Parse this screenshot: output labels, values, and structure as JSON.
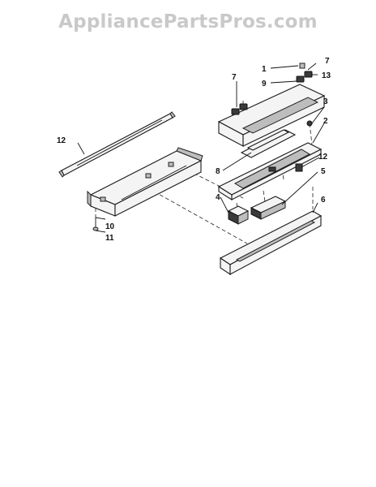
{
  "watermark": "AppliancePartsPros.com",
  "callouts": {
    "c1": "1",
    "c7a": "7",
    "c7b": "7",
    "c9": "9",
    "c13": "13",
    "c3": "3",
    "c2": "2",
    "c12a": "12",
    "c12b": "12",
    "c5": "5",
    "c8": "8",
    "c4": "4",
    "c6": "6",
    "c10": "10",
    "c11": "11"
  }
}
